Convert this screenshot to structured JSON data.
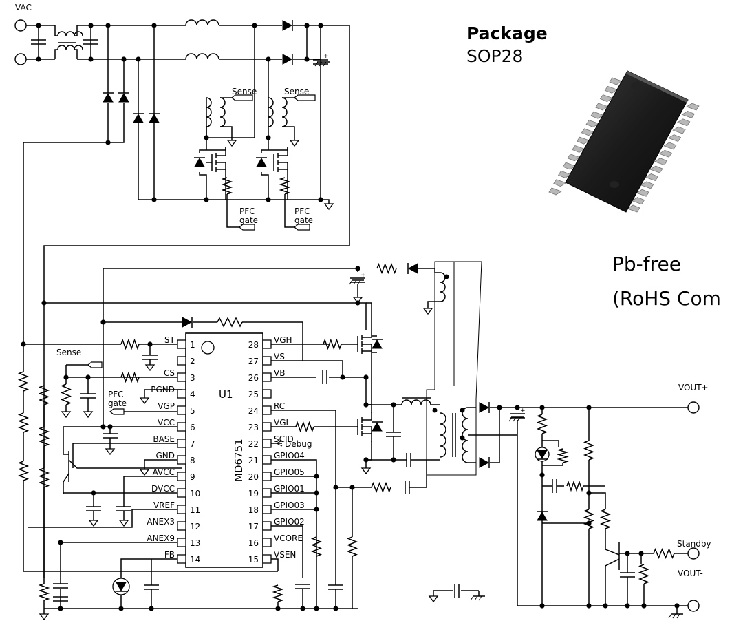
{
  "terminals": {
    "vac": "VAC",
    "vout_pos": "VOUT+",
    "vout_neg": "VOUT-",
    "standby": "Standby"
  },
  "labels": {
    "sense": "Sense",
    "pfc": "PFC",
    "gate": "gate",
    "debug": "Debug"
  },
  "ic": {
    "ref": "U1",
    "part": "MD6751",
    "left_pins": [
      {
        "num": "1",
        "name": "ST"
      },
      {
        "num": "2",
        "name": ""
      },
      {
        "num": "3",
        "name": "CS"
      },
      {
        "num": "4",
        "name": "PGND"
      },
      {
        "num": "5",
        "name": "VGP"
      },
      {
        "num": "6",
        "name": "VCC"
      },
      {
        "num": "7",
        "name": "BASE"
      },
      {
        "num": "8",
        "name": "GND"
      },
      {
        "num": "9",
        "name": "AVCC"
      },
      {
        "num": "10",
        "name": "DVCC"
      },
      {
        "num": "11",
        "name": "VREF"
      },
      {
        "num": "12",
        "name": "ANEX3"
      },
      {
        "num": "13",
        "name": "ANEX9"
      },
      {
        "num": "14",
        "name": "FB"
      }
    ],
    "right_pins": [
      {
        "num": "28",
        "name": "VGH"
      },
      {
        "num": "27",
        "name": "VS"
      },
      {
        "num": "26",
        "name": "VB"
      },
      {
        "num": "25",
        "name": ""
      },
      {
        "num": "24",
        "name": "RC"
      },
      {
        "num": "23",
        "name": "VGL"
      },
      {
        "num": "22",
        "name": "SCID"
      },
      {
        "num": "21",
        "name": "GPIO04"
      },
      {
        "num": "20",
        "name": "GPIO05"
      },
      {
        "num": "19",
        "name": "GPIO01"
      },
      {
        "num": "18",
        "name": "GPIO03"
      },
      {
        "num": "17",
        "name": "GPIO02"
      },
      {
        "num": "16",
        "name": "VCORE"
      },
      {
        "num": "15",
        "name": "VSEN"
      }
    ]
  },
  "package": {
    "title": "Package",
    "type": "SOP28",
    "pb_free": "Pb-free",
    "rohs": "(RoHS Com"
  }
}
